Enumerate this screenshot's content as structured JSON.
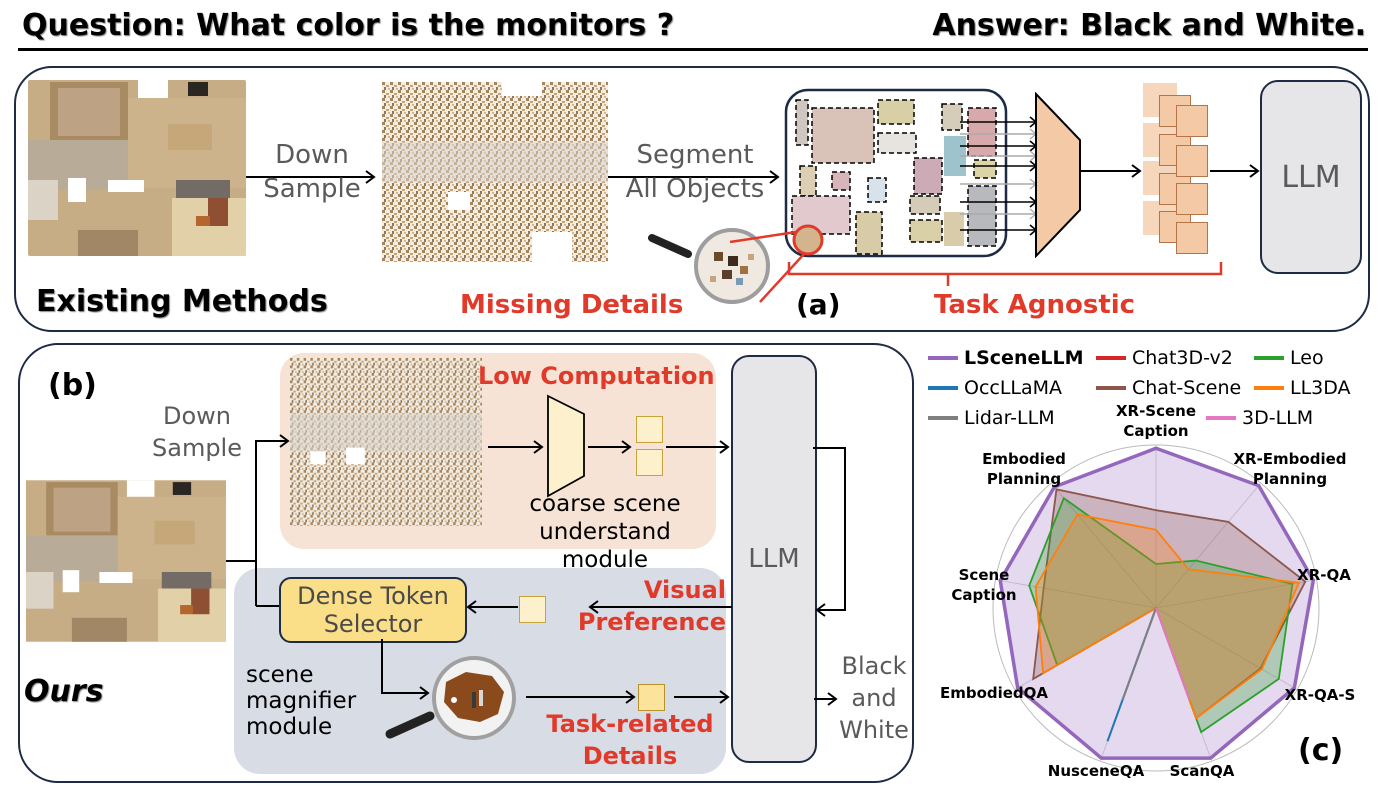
{
  "header": {
    "question": "Question: What color is the monitors ?",
    "answer": "Answer: Black and White."
  },
  "panel_a": {
    "tag": "(a)",
    "caption": "Existing Methods",
    "step1_label_line1": "Down",
    "step1_label_line2": "Sample",
    "step2_label_line1": "Segment",
    "step2_label_line2": "All Objects",
    "llm_label": "LLM",
    "issue_missing": "Missing Details",
    "issue_agnostic": "Task Agnostic",
    "colors": {
      "accent_red": "#e03a2b",
      "token_orange": "#f4c9a5",
      "panel_border": "#1e2b45"
    }
  },
  "panel_b": {
    "tag": "(b)",
    "caption": "Ours",
    "down_line1": "Down",
    "down_line2": "Sample",
    "low_computation": "Low Computation",
    "coarse_line1": "coarse scene",
    "coarse_line2": "understand module",
    "llm_label": "LLM",
    "dense_line1": "Dense Token",
    "dense_line2": "Selector",
    "visual_line1": "Visual",
    "visual_line2": "Preference",
    "magnifier_line1": "scene",
    "magnifier_line2": "magnifier",
    "magnifier_line3": "module",
    "task_line1": "Task-related",
    "task_line2": "Details",
    "out_line1": "Black",
    "out_line2": "and",
    "out_line3": "White",
    "colors": {
      "coarse_bg": "#f7e3d5",
      "magnifier_bg": "#d8dce5",
      "dense_box": "#fbdf88"
    }
  },
  "chart_data": {
    "type": "radar",
    "tag": "(c)",
    "axes": [
      "XR-Scene Caption",
      "XR-Embodied Planning",
      "XR-QA",
      "XR-QA-S",
      "ScanQA",
      "NusceneQA",
      "EmbodiedQA",
      "Scene Caption",
      "Embodied Planning"
    ],
    "axis_label_lines": [
      [
        "XR-Scene",
        "Caption"
      ],
      [
        "XR-Embodied",
        "Planning"
      ],
      [
        "XR-QA"
      ],
      [
        "XR-QA-S"
      ],
      [
        "ScanQA"
      ],
      [
        "NusceneQA"
      ],
      [
        "EmbodiedQA"
      ],
      [
        "Scene",
        "Caption"
      ],
      [
        "Embodied",
        "Planning"
      ]
    ],
    "range": [
      0,
      1
    ],
    "grid": true,
    "legend_position": "top",
    "series": [
      {
        "name": "LSceneLLM",
        "color": "#9467bd",
        "bold": true,
        "values": [
          0.98,
          0.98,
          0.98,
          0.98,
          0.98,
          0.98,
          0.98,
          0.97,
          0.97
        ]
      },
      {
        "name": "Chat3D-v2",
        "color": "#d62728",
        "values": [
          null,
          null,
          null,
          null,
          null,
          null,
          null,
          null,
          null
        ]
      },
      {
        "name": "Leo",
        "color": "#2ca02c",
        "values": [
          0.27,
          0.38,
          0.85,
          0.87,
          0.81,
          null,
          0.7,
          0.79,
          0.88
        ]
      },
      {
        "name": "OccLLaMA",
        "color": "#1f77b4",
        "values": [
          null,
          null,
          null,
          null,
          null,
          0.87,
          null,
          null,
          null
        ]
      },
      {
        "name": "Chat-Scene",
        "color": "#8c564b",
        "values": [
          0.6,
          0.69,
          0.93,
          0.74,
          0.72,
          null,
          0.87,
          0.7,
          0.95
        ]
      },
      {
        "name": "LL3DA",
        "color": "#ff7f0e",
        "values": [
          0.48,
          0.31,
          0.89,
          0.75,
          0.72,
          null,
          0.8,
          0.75,
          0.75
        ]
      },
      {
        "name": "Lidar-LLM",
        "color": "#7f7f7f",
        "values": [
          null,
          null,
          null,
          null,
          null,
          0.6,
          null,
          null,
          null
        ]
      },
      {
        "name": "3D-LLM",
        "color": "#e377c2",
        "values": [
          null,
          null,
          null,
          null,
          0.6,
          null,
          null,
          null,
          null
        ]
      }
    ]
  }
}
